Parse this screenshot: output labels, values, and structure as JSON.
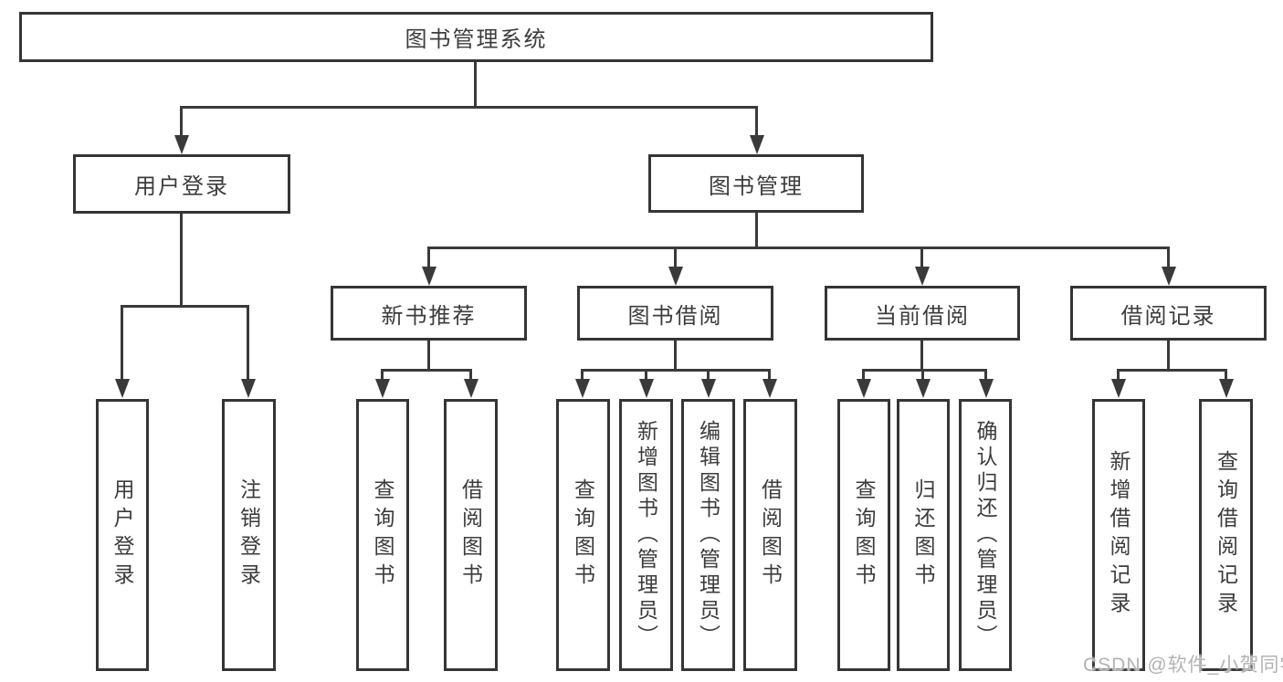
{
  "diagram": {
    "root": {
      "label": "图书管理系统"
    },
    "level2": [
      {
        "id": "user-login",
        "label": "用户登录"
      },
      {
        "id": "book-management",
        "label": "图书管理"
      }
    ],
    "level3": [
      {
        "id": "new-book-recommend",
        "parent": "图书管理",
        "label": "新书推荐"
      },
      {
        "id": "book-borrow",
        "parent": "图书管理",
        "label": "图书借阅"
      },
      {
        "id": "current-borrow",
        "parent": "图书管理",
        "label": "当前借阅"
      },
      {
        "id": "borrow-records",
        "parent": "图书管理",
        "label": "借阅记录"
      }
    ],
    "leaves": [
      {
        "parent": "用户登录",
        "label": "用户登录"
      },
      {
        "parent": "用户登录",
        "label": "注销登录"
      },
      {
        "parent": "新书推荐",
        "label": "查询图书"
      },
      {
        "parent": "新书推荐",
        "label": "借阅图书"
      },
      {
        "parent": "图书借阅",
        "label": "查询图书"
      },
      {
        "parent": "图书借阅",
        "label": "新增图书（管理员）"
      },
      {
        "parent": "图书借阅",
        "label": "编辑图书（管理员）"
      },
      {
        "parent": "图书借阅",
        "label": "借阅图书"
      },
      {
        "parent": "当前借阅",
        "label": "查询图书"
      },
      {
        "parent": "当前借阅",
        "label": "归还图书"
      },
      {
        "parent": "当前借阅",
        "label": "确认归还（管理员）"
      },
      {
        "parent": "借阅记录",
        "label": "新增借阅记录"
      },
      {
        "parent": "借阅记录",
        "label": "查询借阅记录"
      }
    ]
  },
  "watermark": {
    "text": "CSDN @软件_小贺同学"
  },
  "colors": {
    "line": "#3a3a3a",
    "border": "#353535",
    "text": "#3c3c3c",
    "background": "#ffffff",
    "watermark": "#b3b3b3"
  }
}
